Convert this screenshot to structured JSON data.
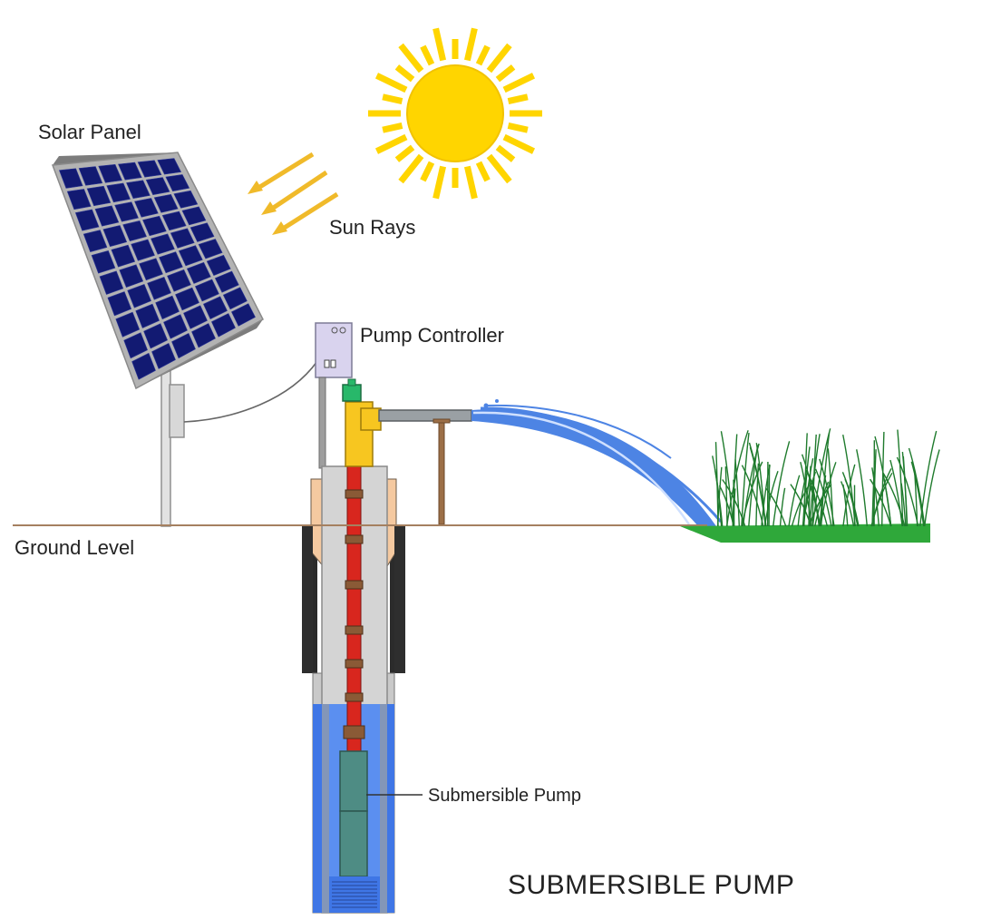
{
  "labels": {
    "solar_panel": "Solar Panel",
    "sun_rays": "Sun Rays",
    "pump_controller": "Pump Controller",
    "ground_level": "Ground Level",
    "submersible_pump": "Submersible Pump",
    "title": "SUBMERSIBLE PUMP"
  },
  "colors": {
    "sun": "#ffd500",
    "sun_rays": "#f0ba2a",
    "panel_cell": "#121a72",
    "panel_frame": "#9e9e9e",
    "riser_pipe": "#d8261e",
    "water": "#3f76e6",
    "water_spray": "#4d84e4",
    "grass": "#2fa83a",
    "pump_body": "#4e8c84",
    "casing": "#bdbdbd",
    "soil_collar": "#f5c9a0",
    "ground_line": "#a58060"
  }
}
